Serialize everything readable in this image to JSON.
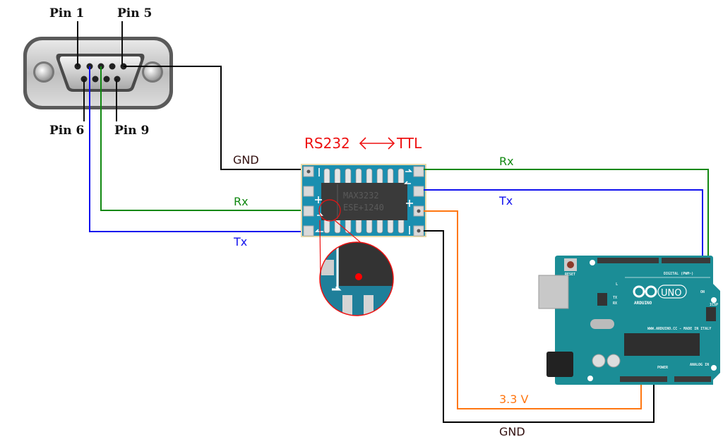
{
  "diagram": {
    "title_left": "RS232",
    "title_right": "TTL",
    "title_arrow": "bidirectional-arrow",
    "colors": {
      "title": "#ee1111",
      "gnd_wire": "#000000",
      "rx_wire": "#118811",
      "tx_wire": "#1111ee",
      "power_wire": "#ff7711",
      "pcb": "#1a8fb0",
      "arduino": "#1b8d96"
    }
  },
  "db9": {
    "pin_labels": {
      "pin1": "Pin 1",
      "pin5": "Pin 5",
      "pin6": "Pin 6",
      "pin9": "Pin 9"
    }
  },
  "module": {
    "chip_line1": "MAX3232",
    "chip_line2": "ESE+1240"
  },
  "wires": {
    "left": {
      "gnd": "GND",
      "rx": "Rx",
      "tx": "Tx"
    },
    "right": {
      "rx": "Rx",
      "tx": "Tx",
      "power": "3.3 V",
      "gnd": "GND"
    }
  },
  "arduino": {
    "brand": "ARDUINO",
    "model": "UNO",
    "digital_label": "DIGITAL (PWM~)",
    "power_label": "POWER",
    "analog_label": "ANALOG IN",
    "site": "WWW.ARDUINO.CC - MADE IN ITALY",
    "reset_label": "RESET",
    "icsp_label": "ICSP",
    "on_label": "ON",
    "tx_led": "TX",
    "rx_led": "RX",
    "l_led": "L"
  },
  "zoom_callout": {
    "description": "magnified pin-1 marker of MAX3232 chip"
  }
}
